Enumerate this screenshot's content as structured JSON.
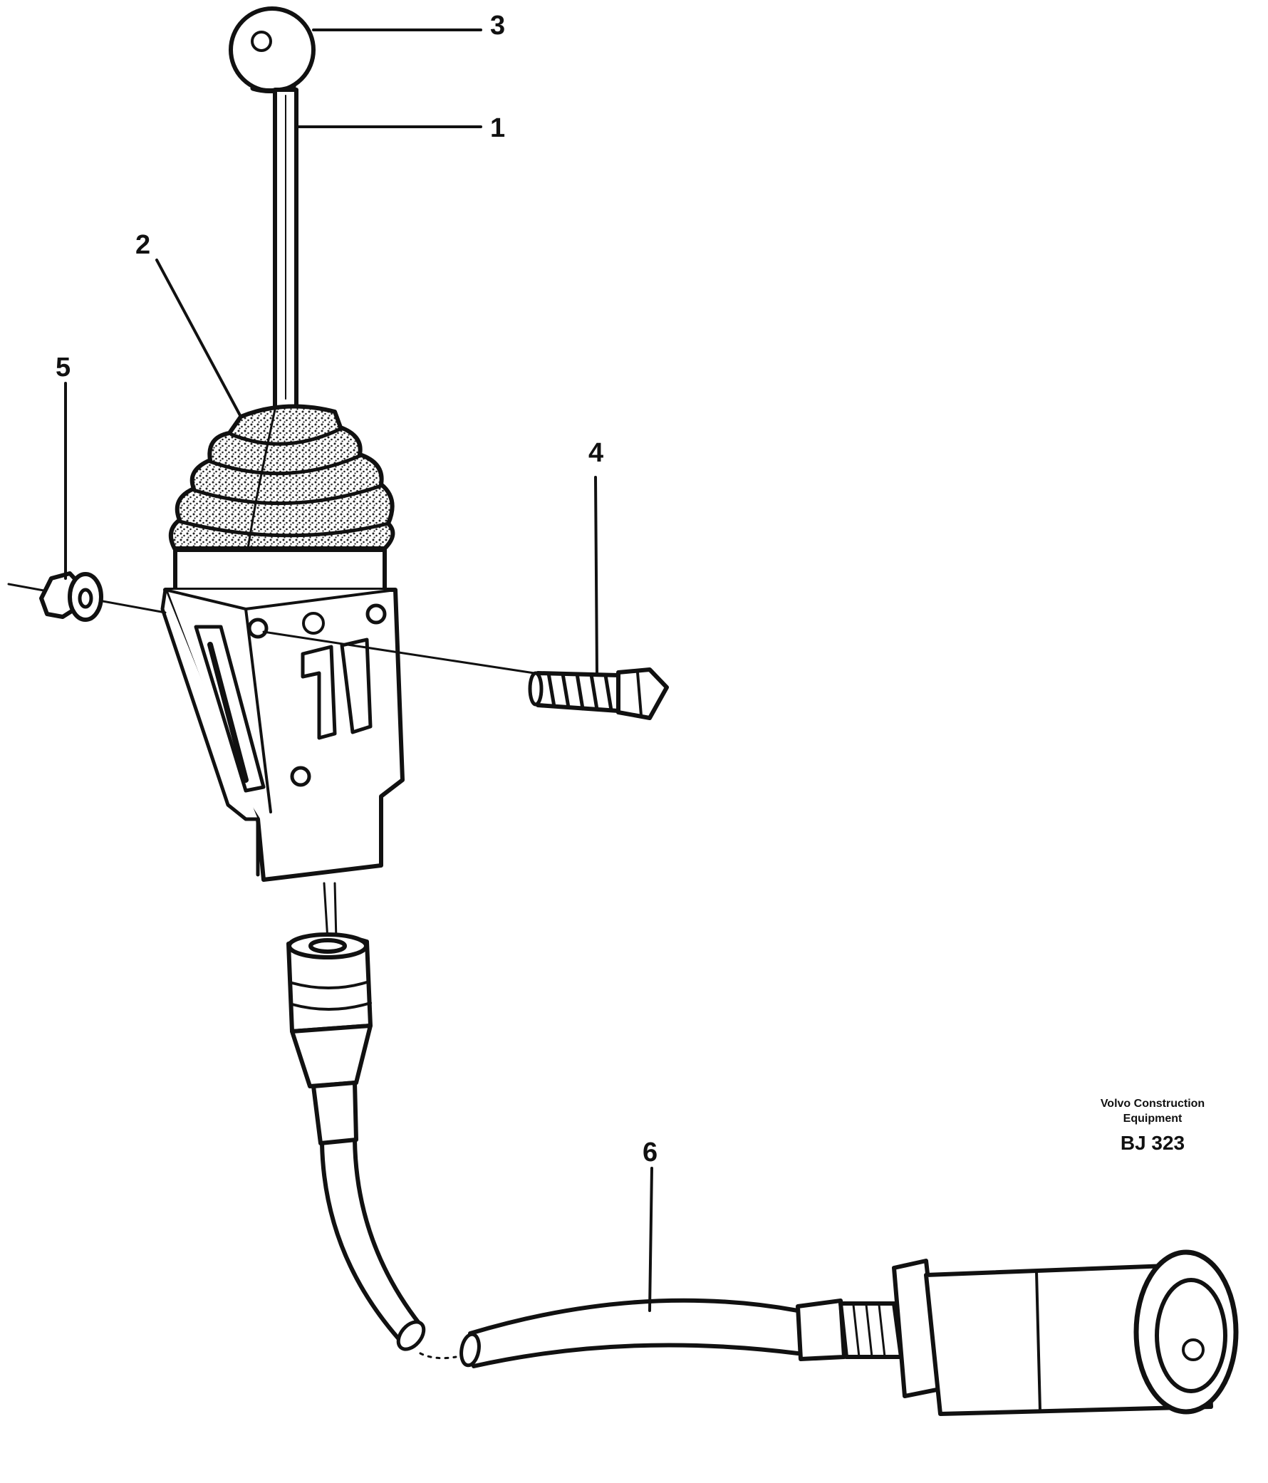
{
  "diagram": {
    "callouts": [
      {
        "id": "1",
        "label": "1"
      },
      {
        "id": "2",
        "label": "2"
      },
      {
        "id": "3",
        "label": "3"
      },
      {
        "id": "4",
        "label": "4"
      },
      {
        "id": "5",
        "label": "5"
      },
      {
        "id": "6",
        "label": "6"
      }
    ],
    "brand": {
      "line1": "Volvo Construction",
      "line2": "Equipment",
      "code": "BJ 323"
    }
  }
}
